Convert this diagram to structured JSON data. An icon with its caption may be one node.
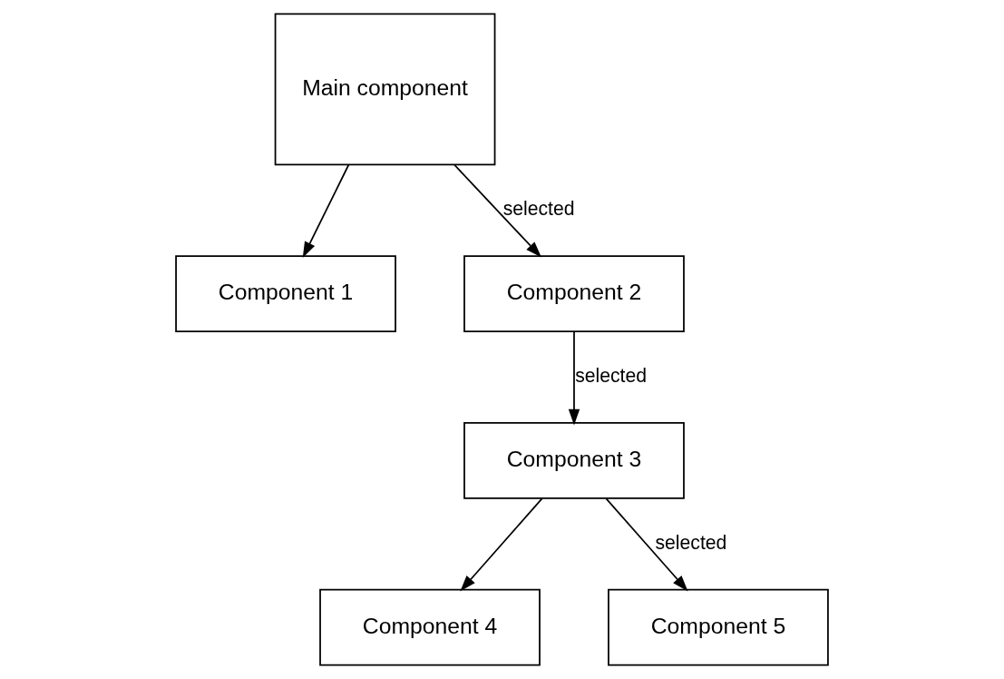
{
  "diagram": {
    "nodes": [
      {
        "text": [
          "Main component"
        ]
      },
      {
        "text": [
          "Component 1"
        ]
      },
      {
        "text": [
          "Component 2"
        ]
      },
      {
        "text": [
          "Component 3"
        ]
      },
      {
        "text": [
          "Component 4"
        ]
      },
      {
        "text": [
          "Component 5"
        ]
      }
    ],
    "edges": [
      {
        "from": 0,
        "to": 1,
        "arrow": "to"
      },
      {
        "from": 0,
        "to": 2,
        "arrow": "to",
        "label": "selected"
      },
      {
        "from": 2,
        "to": 3,
        "arrow": "to",
        "label": "selected"
      },
      {
        "from": 3,
        "to": 4,
        "arrow": "to"
      },
      {
        "from": 3,
        "to": 5,
        "arrow": "to",
        "label": "selected"
      }
    ]
  }
}
